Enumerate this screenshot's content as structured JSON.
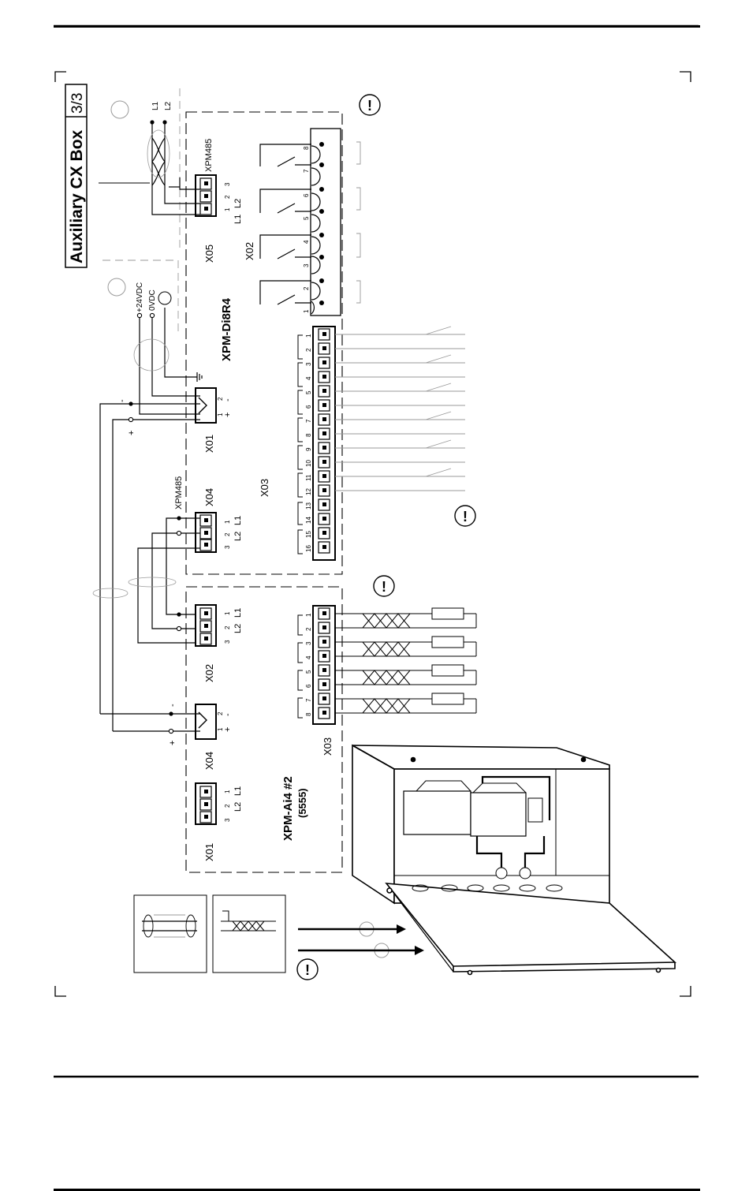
{
  "title": "Auxiliary CX Box",
  "page_indicator": "3/3",
  "upper_module": {
    "name": "XPM-Di8R4",
    "x05": {
      "label": "X05",
      "bus_label": "XPM485",
      "pins": [
        "1",
        "2",
        "3"
      ],
      "pin_labels": [
        "L1",
        "L2"
      ],
      "wires": [
        "L1",
        "L2"
      ]
    },
    "x02": {
      "label": "X02",
      "pins": [
        "1",
        "2",
        "3",
        "4",
        "5",
        "6",
        "7",
        "8"
      ]
    },
    "x01": {
      "label": "X01",
      "pins": [
        "1",
        "2"
      ],
      "signs": [
        "+",
        "-"
      ],
      "supply": [
        "+24VDC",
        "0VDC"
      ]
    },
    "x04": {
      "label": "X04",
      "bus_label": "XPM485",
      "pins": [
        "1",
        "2",
        "3"
      ],
      "pin_labels": [
        "L1",
        "L2"
      ]
    },
    "x03": {
      "label": "X03",
      "pins": [
        "1",
        "2",
        "3",
        "4",
        "5",
        "6",
        "7",
        "8",
        "9",
        "10",
        "11",
        "12",
        "13",
        "14",
        "15",
        "16"
      ]
    }
  },
  "lower_module": {
    "name": "XPM-Ai4 #2",
    "code": "(5555)",
    "x02": {
      "label": "X02",
      "pins": [
        "1",
        "2",
        "3"
      ],
      "pin_labels": [
        "L1",
        "L2"
      ]
    },
    "x04": {
      "label": "X04",
      "pins": [
        "1",
        "2"
      ],
      "signs": [
        "+",
        "-"
      ]
    },
    "x01": {
      "label": "X01",
      "pins": [
        "1",
        "2",
        "3"
      ],
      "pin_labels": [
        "L1",
        "L2"
      ]
    },
    "x03": {
      "label": "X03",
      "pins": [
        "1",
        "2",
        "3",
        "4",
        "5",
        "6",
        "7",
        "8"
      ]
    }
  },
  "warning_symbol": "!",
  "colors": {
    "ink": "#000000",
    "paper": "#ffffff",
    "light": "#9a9a9a"
  }
}
